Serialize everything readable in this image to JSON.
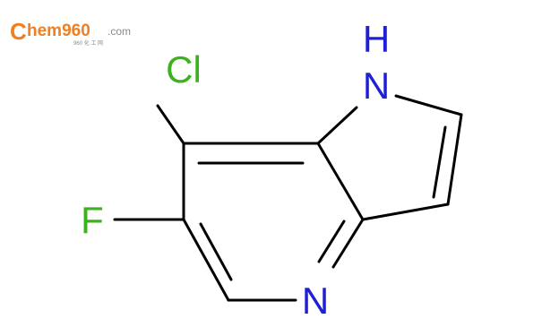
{
  "logo": {
    "c_letter": "C",
    "main_text": "hem960",
    "dot_com": ".com",
    "subtitle": "960 化 工 网",
    "colors": {
      "c_letter": "#f07f22",
      "main_text": "#f07f22",
      "dot_com": "#8a8a8a",
      "subtitle": "#8a8a8a"
    }
  },
  "molecule": {
    "atoms": {
      "chlorine": "Cl",
      "fluorine": "F",
      "nh_hydrogen": "H",
      "nh_nitrogen": "N",
      "pyridine_nitrogen": "N"
    },
    "colors": {
      "bond": "#000000",
      "halogen": "#3cb21e",
      "nitrogen": "#1f1fd6"
    }
  }
}
